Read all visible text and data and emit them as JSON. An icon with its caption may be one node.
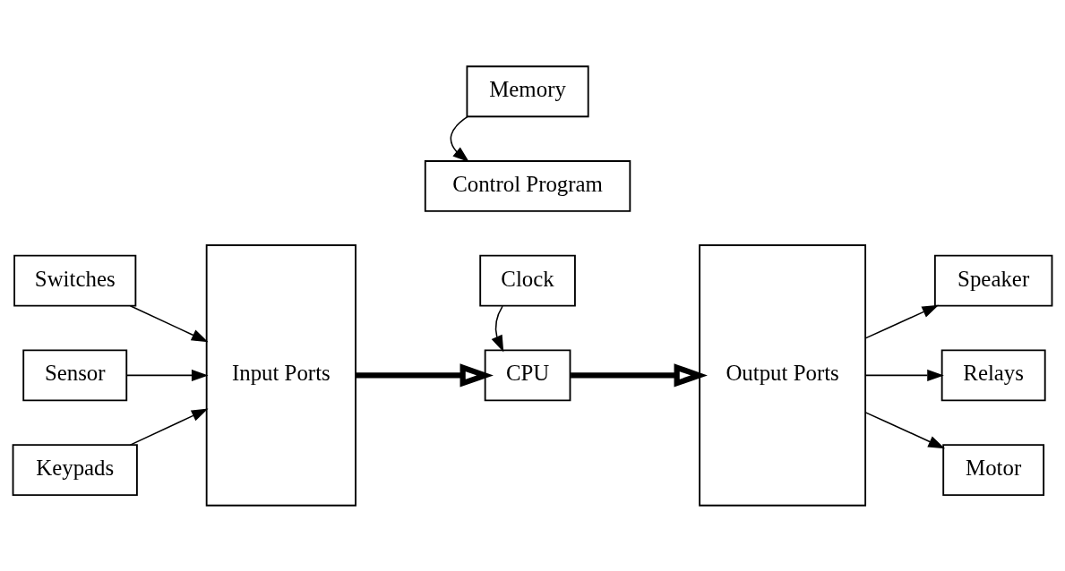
{
  "diagram": {
    "nodes": [
      {
        "text": [
          "Control Program"
        ]
      },
      {
        "text": [
          "Memory"
        ]
      },
      {
        "text": [
          "Switches"
        ]
      },
      {
        "text": [
          "Sensor"
        ]
      },
      {
        "text": [
          "Keypads"
        ]
      },
      {
        "text": [
          "Input Ports"
        ]
      },
      {
        "text": [
          "CPU"
        ]
      },
      {
        "text": [
          "Clock"
        ]
      },
      {
        "text": [
          "Output Ports"
        ]
      },
      {
        "text": [
          "Speaker"
        ]
      },
      {
        "text": [
          "Relays"
        ]
      },
      {
        "text": [
          "Motor"
        ]
      }
    ],
    "edges": [
      {
        "from": 1,
        "to": 0,
        "arrow": "to"
      },
      {
        "from": 2,
        "to": 5,
        "arrow": "to"
      },
      {
        "from": 3,
        "to": 5,
        "arrow": "to"
      },
      {
        "from": 4,
        "to": 5,
        "arrow": "to"
      },
      {
        "from": 5,
        "to": 6,
        "arrow": "to",
        "style": "thick"
      },
      {
        "from": 7,
        "to": 6,
        "arrow": "to"
      },
      {
        "from": 6,
        "to": 8,
        "arrow": "to",
        "style": "thick"
      },
      {
        "from": 8,
        "to": 9,
        "arrow": "to"
      },
      {
        "from": 8,
        "to": 10,
        "arrow": "to"
      },
      {
        "from": 8,
        "to": 11,
        "arrow": "to"
      }
    ]
  }
}
